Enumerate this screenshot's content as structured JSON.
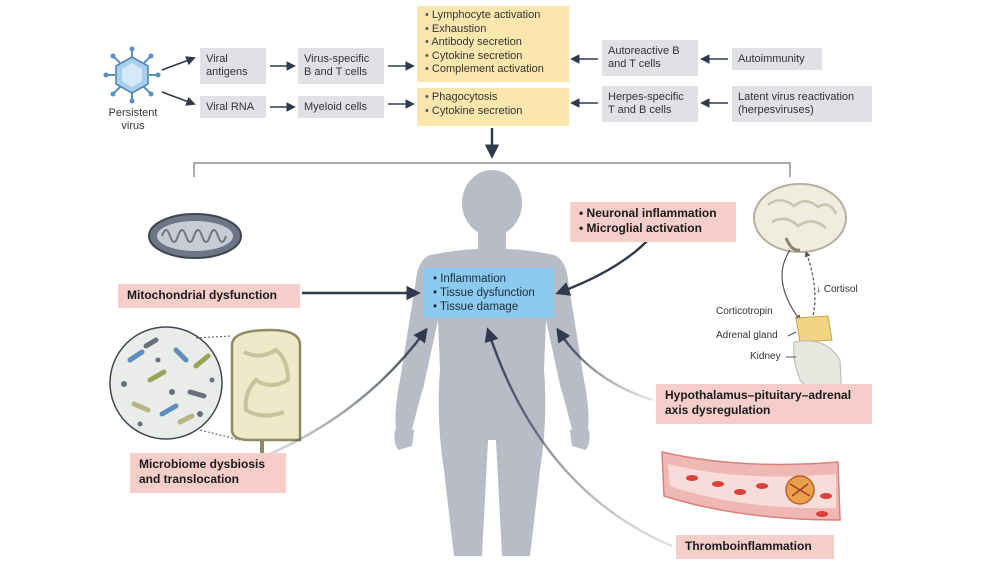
{
  "virus_label": [
    "Persistent",
    "virus"
  ],
  "pathways": {
    "antigens": [
      "Viral",
      "antigens"
    ],
    "rna": "Viral RNA",
    "bt_cells": [
      "Virus-specific",
      "B and T cells"
    ],
    "myeloid": "Myeloid cells",
    "autoreactive": [
      "Autoreactive B",
      "and T cells"
    ],
    "herpes": [
      "Herpes-specific",
      "T and B cells"
    ],
    "autoimmunity": "Autoimmunity",
    "latent": [
      "Latent virus reactivation",
      "(herpesviruses)"
    ]
  },
  "immune_effects": [
    "Lymphocyte activation",
    "Exhaustion",
    "Antibody secretion",
    "Cytokine secretion",
    "Complement activation"
  ],
  "myeloid_effects": [
    "Phagocytosis",
    "Cytokine secretion"
  ],
  "central_effects": [
    "Inflammation",
    "Tissue dysfunction",
    "Tissue damage"
  ],
  "mechanisms": {
    "mitochondrial": "Mitochondrial dysfunction",
    "microbiome": [
      "Microbiome dysbiosis",
      "and translocation"
    ],
    "neuronal": [
      "Neuronal inflammation",
      "Microglial activation"
    ],
    "hpa": [
      "Hypothalamus–pituitary–adrenal",
      "axis dysregulation"
    ],
    "thrombo": "Thromboinflammation"
  },
  "hpa_labels": {
    "cortisol": "↓ Cortisol",
    "corticotropin": "Corticotropin",
    "adrenal": "Adrenal gland",
    "kidney": "Kidney"
  },
  "colors": {
    "grey_box": "#dfe1e5",
    "yellow_box": "#fbe7ad",
    "pink_box": "#f5cdc9",
    "blue_box": "#8ccbef",
    "arrow": "#2f3a4d",
    "body": "#b7bcc6"
  }
}
